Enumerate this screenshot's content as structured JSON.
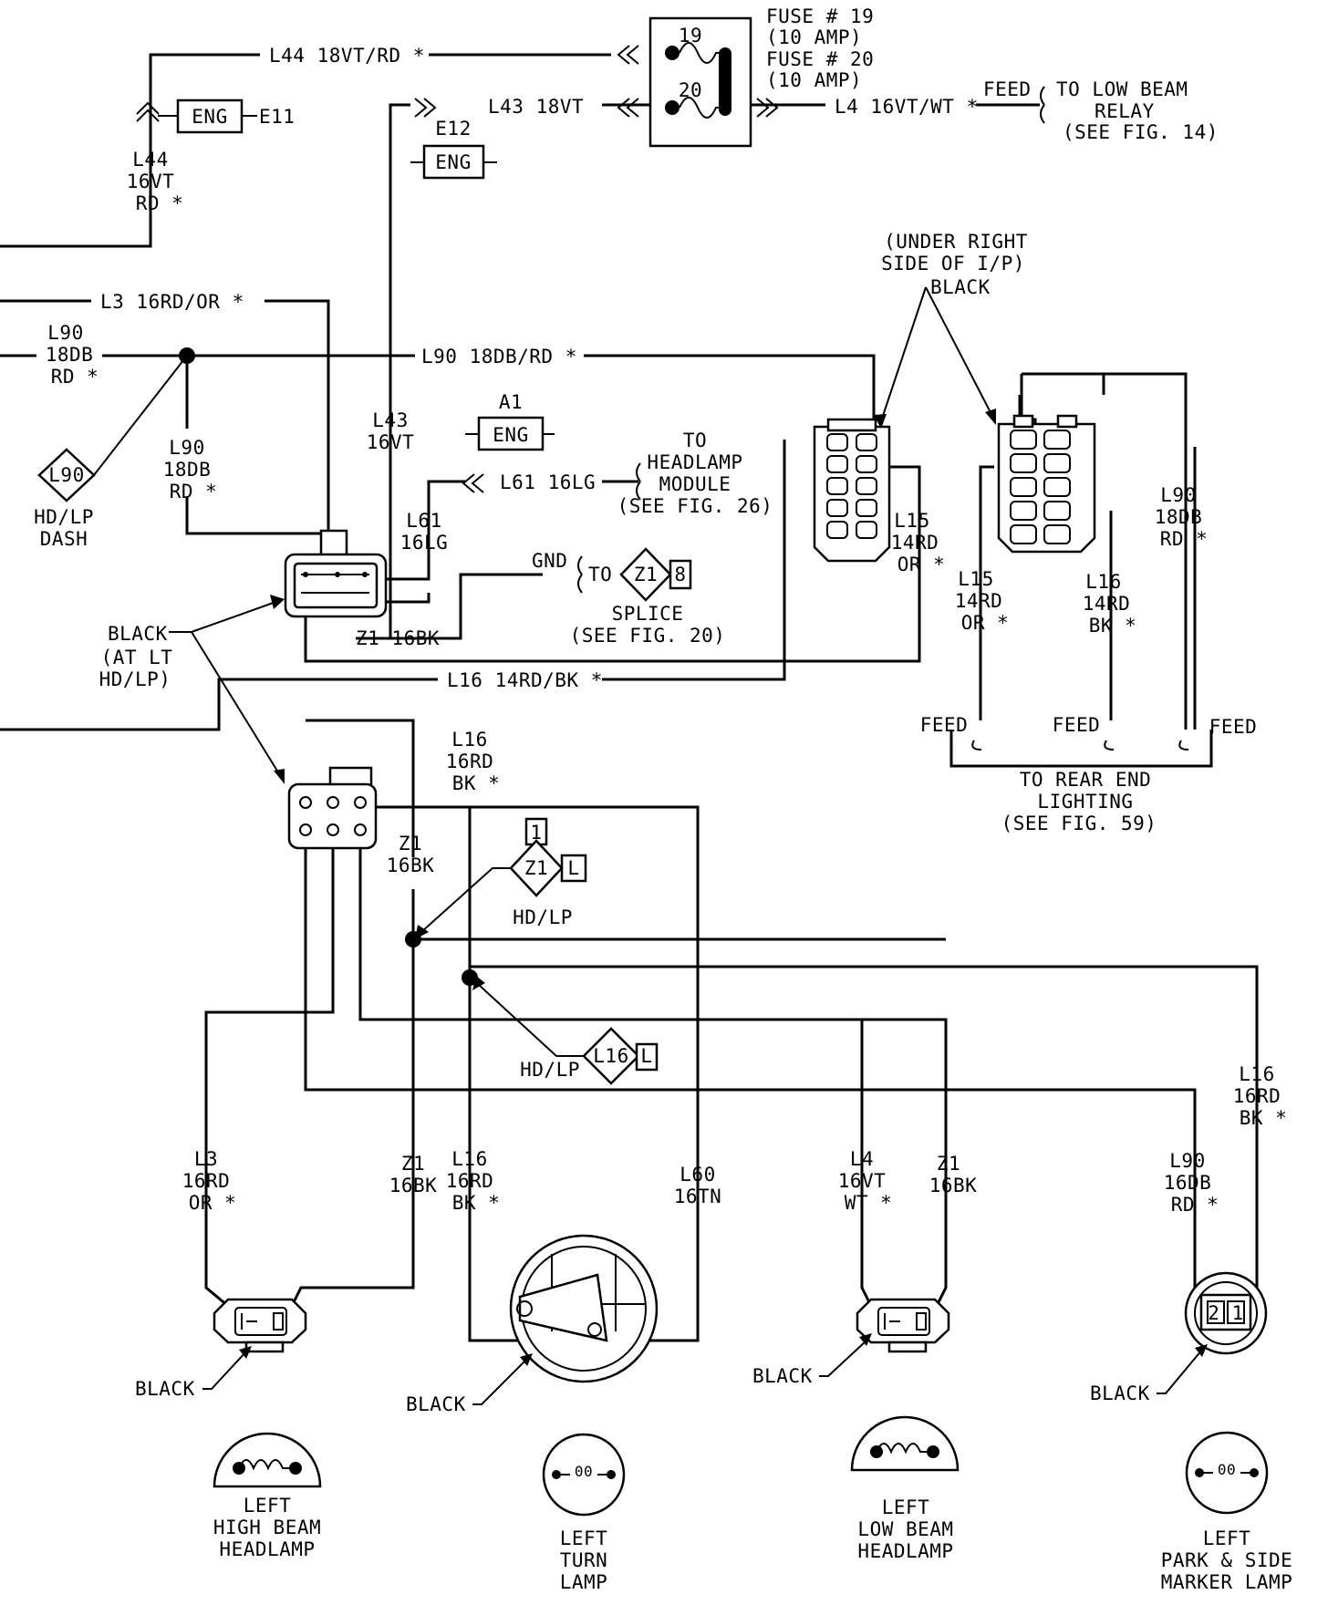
{
  "fuses": {
    "fuse19_label": "19",
    "fuse20_label": "20",
    "fuse19_name": "FUSE # 19",
    "fuse19_rating": "(10 AMP)",
    "fuse20_name": "FUSE # 20",
    "fuse20_rating": "(10 AMP)"
  },
  "wires": {
    "l44_top": "L44 18VT/RD *",
    "l44_circ": "L44",
    "l44_gauge": "16VT",
    "l44_color": "RD *",
    "l43_top": "L43 18VT",
    "l4_top": "L4 16VT/WT *",
    "feed_top": "FEED",
    "low_beam_relay_1": "TO LOW BEAM",
    "low_beam_relay_2": "RELAY",
    "low_beam_relay_3": "(SEE FIG. 14)",
    "l3_top": "L3 16RD/OR *",
    "l90_left_1": "L90",
    "l90_left_2": "18DB",
    "l90_left_3": "RD *",
    "l90_top": "L90 18DB/RD *",
    "l90_mid_1": "L90",
    "l90_mid_2": "18DB",
    "l90_mid_3": "RD *",
    "l43_v_1": "L43",
    "l43_v_2": "16VT",
    "l61_h": "L61 16LG",
    "l61_v_1": "L61",
    "l61_v_2": "16LG",
    "gnd": "GND",
    "to": "TO",
    "z1_16bk": "Z1 16BK",
    "l16_h": "L16 14RD/BK *",
    "l15_r_1": "L15",
    "l15_r_2": "14RD",
    "l15_r_3": "OR *",
    "l15_b_1": "L15",
    "l15_b_2": "14RD",
    "l15_b_3": "OR *",
    "l16_b_1": "L16",
    "l16_b_2": "14RD",
    "l16_b_3": "BK *",
    "l90_b_1": "L90",
    "l90_b_2": "18DB",
    "l90_b_3": "RD *",
    "feed_1": "FEED",
    "feed_2": "FEED",
    "feed_3": "FEED",
    "rear_1": "TO REAR END",
    "rear_2": "LIGHTING",
    "rear_3": "(SEE FIG. 59)",
    "l16_c_1": "L16",
    "l16_c_2": "16RD",
    "l16_c_3": "BK *",
    "z1_c_1": "Z1",
    "z1_c_2": "16BK",
    "l16_far_1": "L16",
    "l16_far_2": "16RD",
    "l16_far_3": "BK *",
    "l3_low_1": "L3",
    "l3_low_2": "16RD",
    "l3_low_3": "OR *",
    "z1_low_1": "Z1",
    "z1_low_2": "16BK",
    "l16_low_1": "L16",
    "l16_low_2": "16RD",
    "l16_low_3": "BK *",
    "l60_1": "L60",
    "l60_2": "16TN",
    "l4_low_1": "L4",
    "l4_low_2": "16VT",
    "l4_low_3": "WT *",
    "z1_low2_1": "Z1",
    "z1_low2_2": "16BK",
    "l90_low_1": "L90",
    "l90_low_2": "16DB",
    "l90_low_3": "RD *"
  },
  "labels": {
    "eng": "ENG",
    "e11": "E11",
    "e12": "E12",
    "a1": "A1",
    "to_headlamp_1": "TO",
    "to_headlamp_2": "HEADLAMP",
    "to_headlamp_3": "MODULE",
    "to_headlamp_4": "(SEE FIG. 26)",
    "under_right_1": "(UNDER RIGHT",
    "under_right_2": "SIDE OF I/P)",
    "black_top": "BLACK",
    "black_left": "BLACK",
    "at_lt_1": "(AT LT",
    "at_lt_2": "HD/LP)",
    "splice_1": "SPLICE",
    "splice_2": "(SEE FIG. 20)",
    "hdlp_dash_1": "HD/LP",
    "hdlp_dash_2": "DASH",
    "hdlp_1": "HD/LP",
    "hdlp_2": "HD/LP",
    "black_1": "BLACK",
    "black_2": "BLACK",
    "black_3": "BLACK",
    "black_4": "BLACK"
  },
  "splice_tags": {
    "l90": "L90",
    "z1": "Z1",
    "z1_8": "8",
    "z1_b": "Z1",
    "z1_b_top": "1",
    "z1_b_side": "L",
    "l16": "L16",
    "l16_side": "L"
  },
  "components": {
    "high_beam": [
      "LEFT",
      "HIGH BEAM",
      "HEADLAMP"
    ],
    "turn": [
      "LEFT",
      "TURN",
      "LAMP"
    ],
    "low_beam": [
      "LEFT",
      "LOW BEAM",
      "HEADLAMP"
    ],
    "park": [
      "LEFT",
      "PARK & SIDE",
      "MARKER LAMP"
    ],
    "bulb_pins": "2 1",
    "coil_glyph": "00"
  }
}
